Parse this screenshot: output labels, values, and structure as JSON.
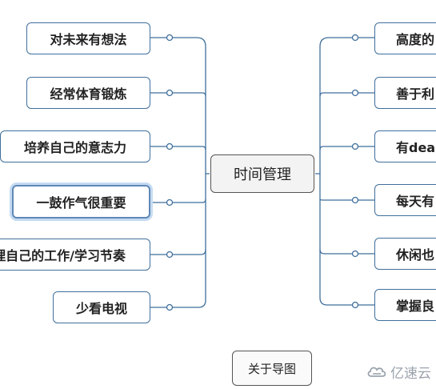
{
  "center": {
    "label": "时间管理"
  },
  "left_nodes": [
    {
      "label": "对未来有想法"
    },
    {
      "label": "经常体育锻炼"
    },
    {
      "label": "培养自己的意志力"
    },
    {
      "label": "一鼓作气很重要"
    },
    {
      "label": "管理自己的工作/学习节奏"
    },
    {
      "label": "少看电视"
    }
  ],
  "right_nodes": [
    {
      "label": "高度的"
    },
    {
      "label": "善于利"
    },
    {
      "label": "有dea"
    },
    {
      "label": "每天有"
    },
    {
      "label": "休闲也"
    },
    {
      "label": "掌握良"
    }
  ],
  "footer": {
    "about_label": "关于导图"
  },
  "watermark": {
    "text": "亿速云",
    "icon": "cloud-logo-icon"
  },
  "colors": {
    "line": "#3f6f9c",
    "node_border": "#3f6f9c",
    "selected_glow": "#c5dbf2"
  }
}
